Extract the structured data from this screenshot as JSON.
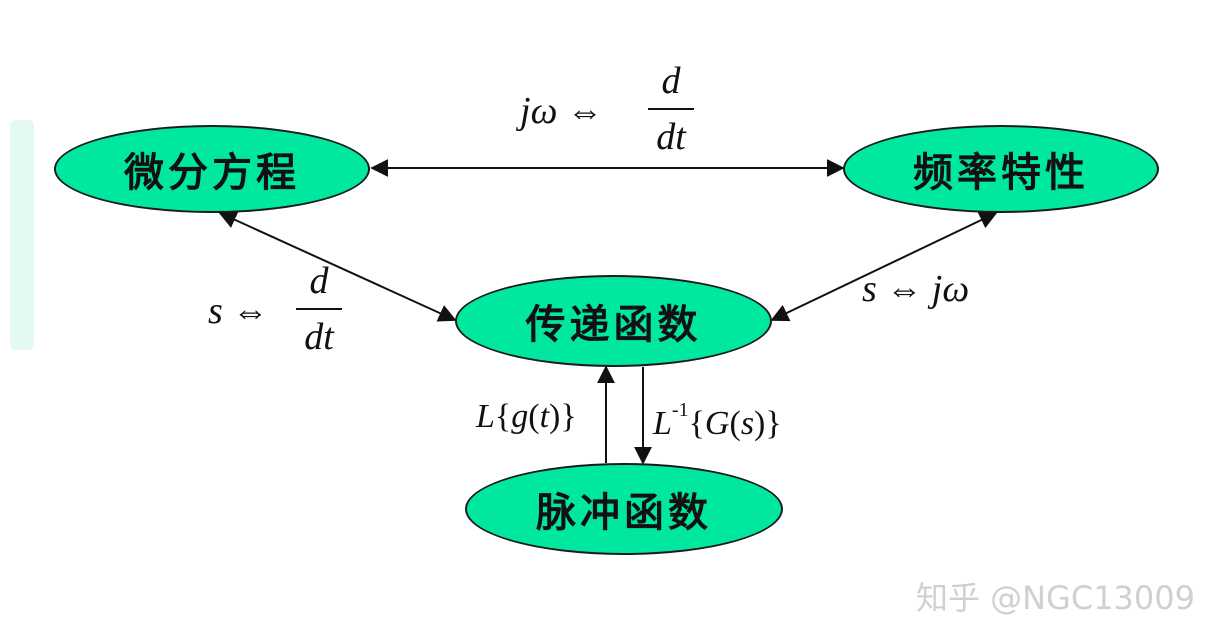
{
  "nodes": {
    "differential_equation": "微分方程",
    "frequency_response": "频率特性",
    "transfer_function": "传递函数",
    "impulse_function": "脉冲函数"
  },
  "relations": {
    "top": {
      "lhs_j": "j",
      "lhs_omega": "ω",
      "equiv": "⇔",
      "num": "d",
      "den": "dt"
    },
    "left": {
      "lhs": "s",
      "equiv": "⇔",
      "num": "d",
      "den": "dt"
    },
    "right": {
      "lhs": "s",
      "equiv": "⇔",
      "rhs_j": "j",
      "rhs_omega": "ω"
    },
    "up": {
      "L": "L",
      "open": "{",
      "g": "g",
      "paren_open": "(",
      "t": "t",
      "paren_close": ")",
      "close": "}"
    },
    "down": {
      "L": "L",
      "sup": "-1",
      "open": "{",
      "G": "G",
      "paren_open": "(",
      "s": "s",
      "paren_close": ")",
      "close": "}"
    }
  },
  "watermark": "知乎 @NGC13009",
  "colors": {
    "node_fill": "#00e8a0",
    "stroke": "#1a1a1a"
  }
}
